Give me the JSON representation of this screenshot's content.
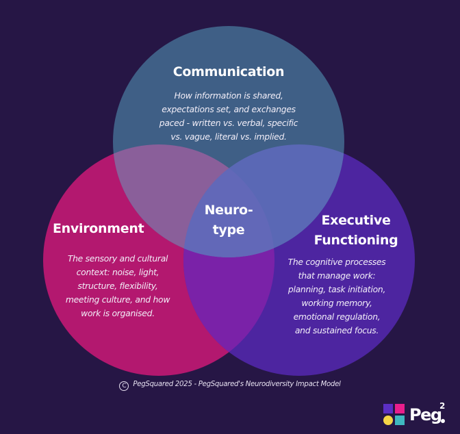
{
  "diagram": {
    "type": "venn",
    "colors": {
      "background": "#261645",
      "communication": "#3f5f86",
      "environment": "#b3186f",
      "executive_functioning": "#4d25a0",
      "overlap_comm_env": "#8a5f9a",
      "overlap_comm_exec": "#5a68b5",
      "overlap_env_exec": "#7a22a8",
      "center": "#6268b8"
    },
    "sets": [
      {
        "id": "communication",
        "title": "Communication",
        "description": "How information is shared, expectations set, and exchanges paced - written vs. verbal, specific vs. vague, literal vs. implied.",
        "description_lines": [
          "How information is shared,",
          "expectations set, and exchanges",
          "paced - written vs. verbal, specific",
          "vs. vague, literal vs. implied."
        ]
      },
      {
        "id": "environment",
        "title": "Environment",
        "description": "The sensory and cultural context: noise, light, structure, flexibility, meeting culture, and how work is organised.",
        "description_lines": [
          "The sensory and cultural",
          "context: noise, light,",
          "structure, flexibility,",
          "meeting culture, and how",
          "work is organised."
        ]
      },
      {
        "id": "executive_functioning",
        "title": "Executive Functioning",
        "title_lines": [
          "Executive",
          "Functioning"
        ],
        "description": "The cognitive processes that manage work: planning, task initiation, working memory, emotional regulation, and sustained focus.",
        "description_lines": [
          "The cognitive processes",
          "that manage work:",
          "planning, task initiation,",
          "working memory,",
          "emotional regulation,",
          "and sustained focus."
        ]
      }
    ],
    "center": {
      "label": "Neurotype",
      "label_lines": [
        "Neuro-",
        "type"
      ]
    }
  },
  "footer": {
    "copyright_symbol": "C",
    "text": "PegSquared 2025 - PegSquared's Neurodiversity Impact Model"
  },
  "logo": {
    "text": "Peg",
    "superscript": "2",
    "squares": [
      "#5b2fc4",
      "#e91e8c",
      "#f5d547",
      "#3fb8c0"
    ]
  }
}
